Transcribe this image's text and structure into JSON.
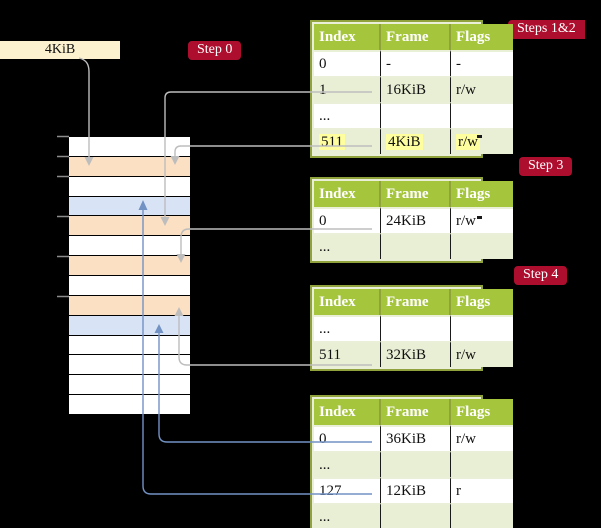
{
  "page_box": {
    "label": "4KiB"
  },
  "badges": {
    "step0": "Step 0",
    "steps12": "Steps 1&2",
    "step3": "Step 3",
    "step4": "Step 4"
  },
  "table_headers": [
    "Index",
    "Frame",
    "Flags"
  ],
  "tables": [
    {
      "step": "Steps 1&2",
      "rows": [
        [
          "0",
          "-",
          "-"
        ],
        [
          "1",
          "16KiB",
          "r/w"
        ],
        [
          "...",
          "",
          ""
        ],
        [
          "511",
          "4KiB",
          "r/w"
        ]
      ],
      "highlighted_row": "511"
    },
    {
      "step": "Step 3",
      "rows": [
        [
          "0",
          "24KiB",
          "r/w"
        ],
        [
          "...",
          "",
          ""
        ]
      ]
    },
    {
      "step": "Step 4",
      "rows": [
        [
          "...",
          "",
          ""
        ],
        [
          "511",
          "32KiB",
          "r/w"
        ]
      ]
    },
    {
      "step": "Step 4",
      "rows": [
        [
          "0",
          "36KiB",
          "r/w"
        ],
        [
          "...",
          "",
          ""
        ],
        [
          "127",
          "12KiB",
          "r"
        ],
        [
          "...",
          "",
          ""
        ]
      ]
    }
  ],
  "memory": {
    "rows": [
      "free",
      "pagetable",
      "free",
      "page",
      "pagetable",
      "free",
      "pagetable",
      "free",
      "pagetable",
      "page",
      "free",
      "free",
      "free",
      "free"
    ],
    "tick_count": 6
  },
  "pointers": [
    {
      "id": "pointer-root-4kib",
      "source": "4KiB",
      "direction": "down",
      "color": "gray"
    },
    {
      "id": "pointer-16kib",
      "source": "16KiB",
      "direction": "down",
      "color": "gray"
    },
    {
      "id": "pointer-4kib",
      "source": "4KiB",
      "direction": "down",
      "color": "gray"
    },
    {
      "id": "pointer-24kib",
      "source": "24KiB",
      "direction": "down",
      "color": "gray"
    },
    {
      "id": "pointer-32kib",
      "source": "32KiB",
      "direction": "up",
      "color": "gray"
    },
    {
      "id": "pointer-36kib",
      "source": "36KiB",
      "direction": "up",
      "color": "blue"
    },
    {
      "id": "pointer-12kib",
      "source": "12KiB",
      "direction": "up",
      "color": "blue"
    }
  ],
  "colors": {
    "badge_red": "#AE0E2E",
    "header_green": "#A5C63C",
    "row_green": "#E9EFD5",
    "page_table_peach": "#FCE0C4",
    "mapped_page_blue": "#D8E4F6",
    "highlight_yellow": "#FEFE9F",
    "page_box_cream": "#FCF2CF",
    "pointer_gray": "#BDBDBD",
    "pointer_blue": "#7292C4",
    "background": "#000000"
  }
}
